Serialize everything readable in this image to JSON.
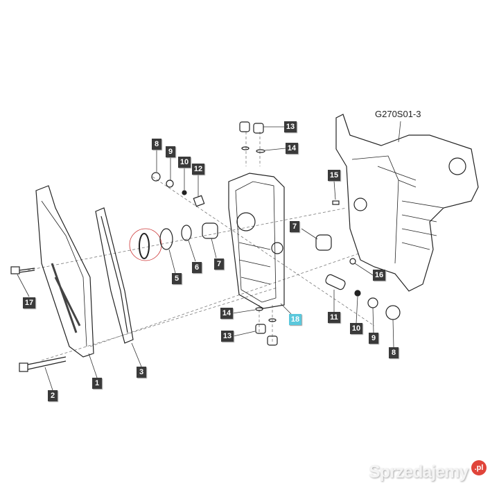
{
  "diagram": {
    "code": "G270S01-3",
    "highlight_color": "#5bc8dc",
    "label_color": "#3a3a3a",
    "callouts": [
      "8",
      "9",
      "10",
      "12",
      "13",
      "14",
      "15",
      "7",
      "7",
      "6",
      "5",
      "16",
      "17",
      "14",
      "18",
      "11",
      "10",
      "9",
      "13",
      "8",
      "1",
      "3",
      "2"
    ],
    "highlighted_part": "18"
  },
  "watermark": {
    "brand": "Sprzedajemy",
    "tld": ".pl"
  }
}
